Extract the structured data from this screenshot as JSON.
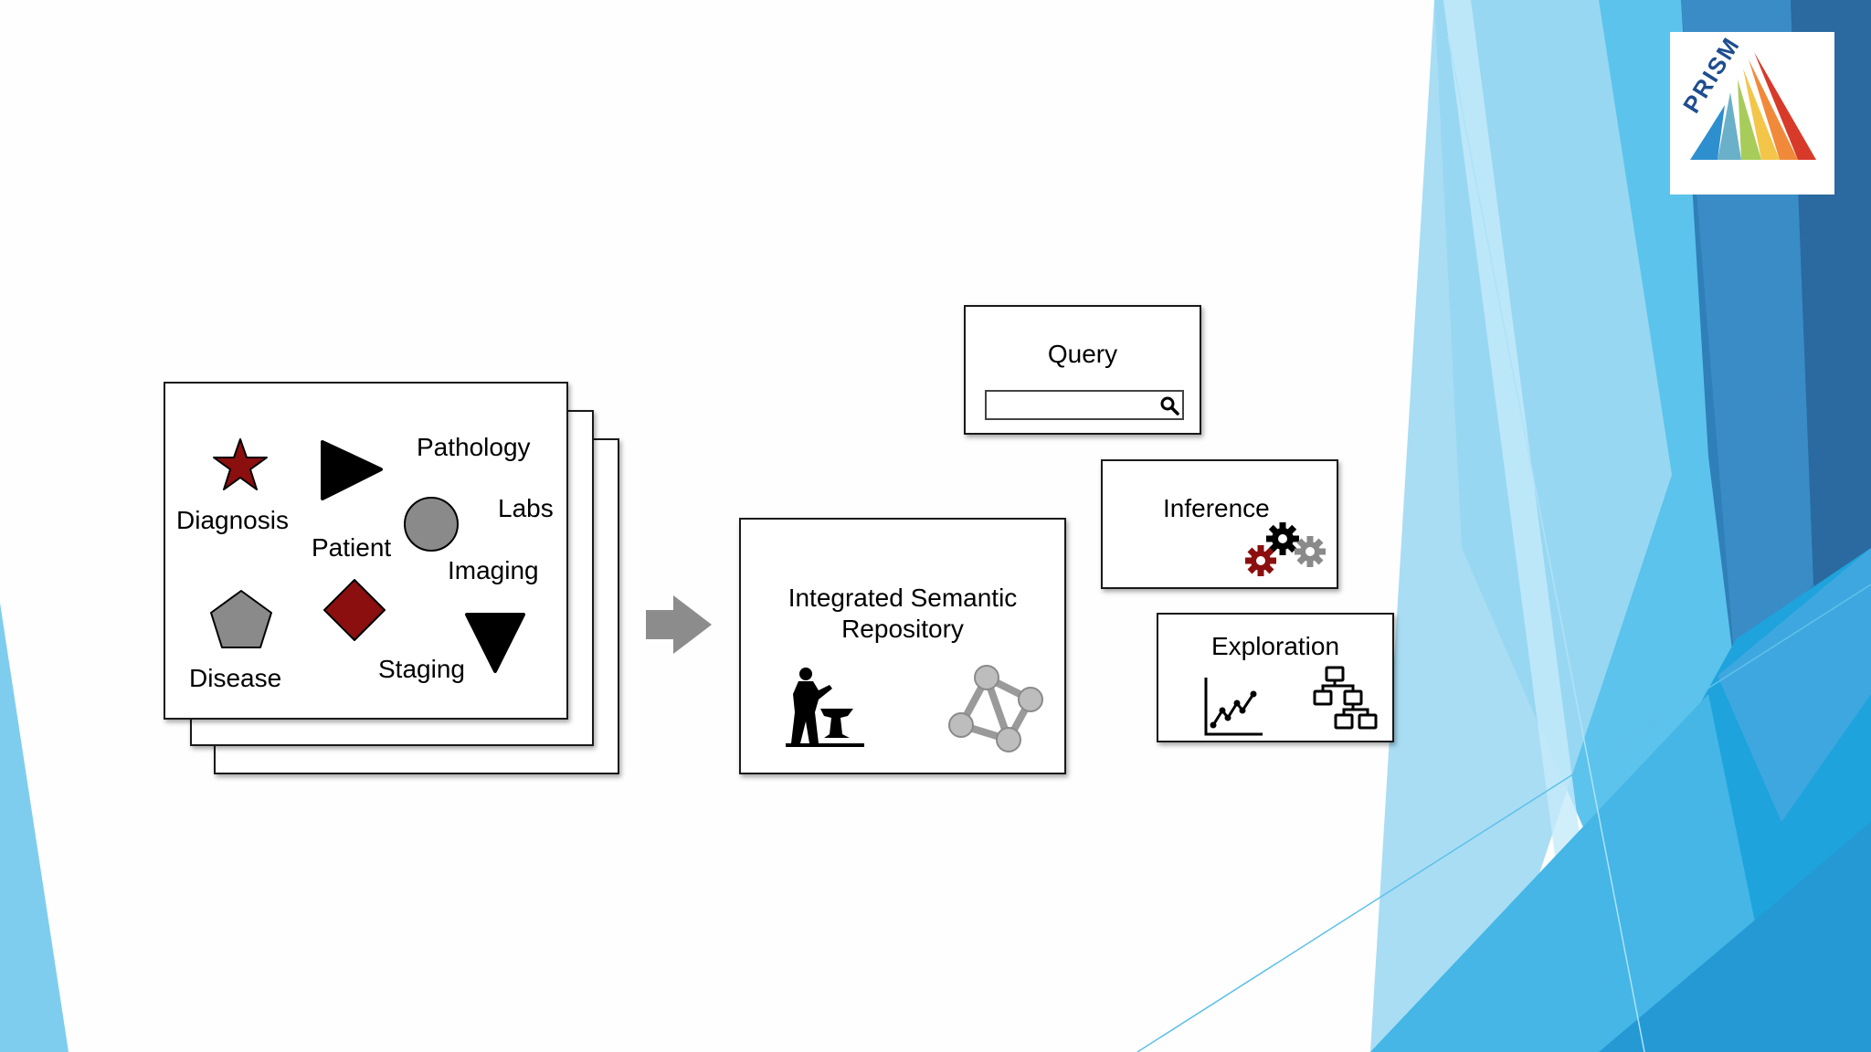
{
  "data_sources": {
    "labels": {
      "diagnosis": "Diagnosis",
      "patient": "Patient",
      "pathology": "Pathology",
      "labs": "Labs",
      "imaging": "Imaging",
      "disease": "Disease",
      "staging": "Staging"
    }
  },
  "repository": {
    "label_line1": "Integrated Semantic",
    "label_line2": "Repository"
  },
  "query": {
    "label": "Query"
  },
  "inference": {
    "label": "Inference"
  },
  "exploration": {
    "label": "Exploration"
  },
  "logo": {
    "text": "PRISM"
  },
  "colors": {
    "dark_red": "#8b0f0f",
    "gray_shape": "#8a8a8a",
    "arrow_gray": "#8c8c8c",
    "blue_dark": "#2b6ea6",
    "blue_mid": "#33a6dc",
    "blue_light": "#8fd3f2"
  },
  "icons": {
    "search": "magnifier-icon",
    "blacksmith": "blacksmith-silhouette-icon",
    "graph": "graph-molecule-icon",
    "gears": "gears-icon",
    "line_chart": "line-chart-icon",
    "hierarchy": "hierarchy-icon"
  }
}
